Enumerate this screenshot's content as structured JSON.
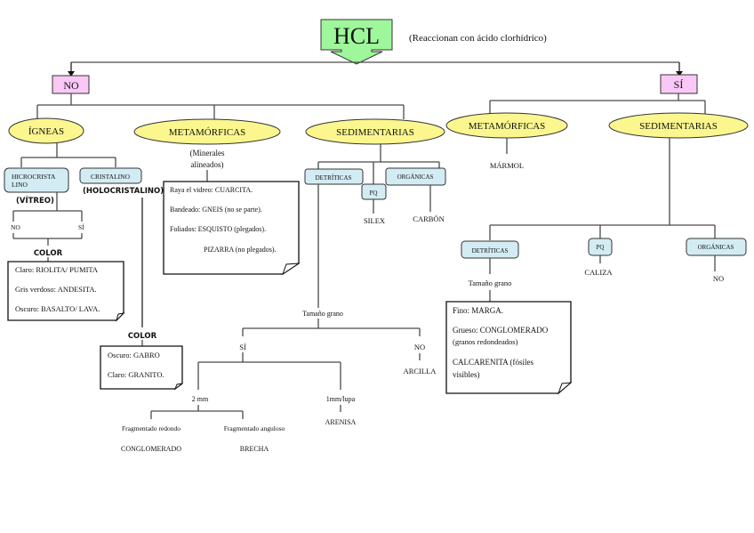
{
  "title": {
    "label": "HCL",
    "caption": "(Reaccionan con ácido clorhídrico)",
    "colors": {
      "arrow_fill": "#9ef79a"
    }
  },
  "no_branch": {
    "label": "NO",
    "igneas": {
      "label": "ÍGNEAS",
      "microcristalino": {
        "label_line1": "HICROCRISTA",
        "label_line2": "LINO",
        "sub": "(VÍTREO)"
      },
      "cristalino": {
        "label": "CRISTALINO",
        "sub": "(HOLOCRISTALINO)"
      },
      "vitreo_options": {
        "no": "NO",
        "si": "SÍ",
        "color": "COLOR"
      },
      "vitreo_note": [
        "Claro: RIOLITA/ PUMITA",
        "Gris verdoso: ANDESITA.",
        "Oscuro: BASALTO/ LAVA."
      ],
      "cristalino_color": "COLOR",
      "cristalino_note": [
        "Oscuro: GABRO",
        "Claro: GRANITO."
      ]
    },
    "metamorficas": {
      "label": "METAMÓRFICAS",
      "sub_line1": "(Minerales",
      "sub_line2": "alineados)",
      "note": [
        "Raya el vidreo: CUARCITA.",
        "Bandeado: GNEIS (no se parte).",
        "Foliados: ESQUISTO (plegados).",
        "PIZARRA (no plegados)."
      ]
    },
    "sedimentarias": {
      "label": "SEDIMENTARIAS",
      "detriticas": "DETRÍTICAS",
      "pq": "PQ",
      "organicas": "ORGÁNICAS",
      "pq_result": "SILEX",
      "organicas_result": "CARBÓN",
      "tamano_grano": "Tamaño grano",
      "si": "SÍ",
      "no": "NO",
      "arcilla": "ARCILLA",
      "dos_mm": "2 mm",
      "un_mm": "1mm/lupa",
      "arenisa": "ARENISA",
      "frag_redondo": "Fragmentado redondo",
      "frag_anguloso": "Fragmentado anguloso",
      "conglomerado": "CONGLOMERADO",
      "brecha": "BRECHA"
    }
  },
  "si_branch": {
    "label": "SÍ",
    "metamorficas": {
      "label": "METAMÓRFICAS",
      "result": "MÁRMOL"
    },
    "sedimentarias": {
      "label": "SEDIMENTARIAS",
      "detriticas": "DETRÍTICAS",
      "pq": "PQ",
      "organicas": "ORGÁNICAS",
      "tamano_grano": "Tamaño grano",
      "pq_result": "CALIZA",
      "organicas_result": "NO",
      "note": {
        "fino": "Fino: MARGA.",
        "grueso_line1": "Grueso: CONGLOMERADO",
        "grueso_line2": "(granos redondeados)",
        "calcarenita_line1": "CALCARENITA (fósiles",
        "calcarenita_line2": "visibles)"
      }
    }
  },
  "colors": {
    "ellipse": "#fbf78e",
    "decision_box": "#f9c8f6",
    "category_box": "#d3ecf4",
    "lines": "#4a4a4a"
  }
}
